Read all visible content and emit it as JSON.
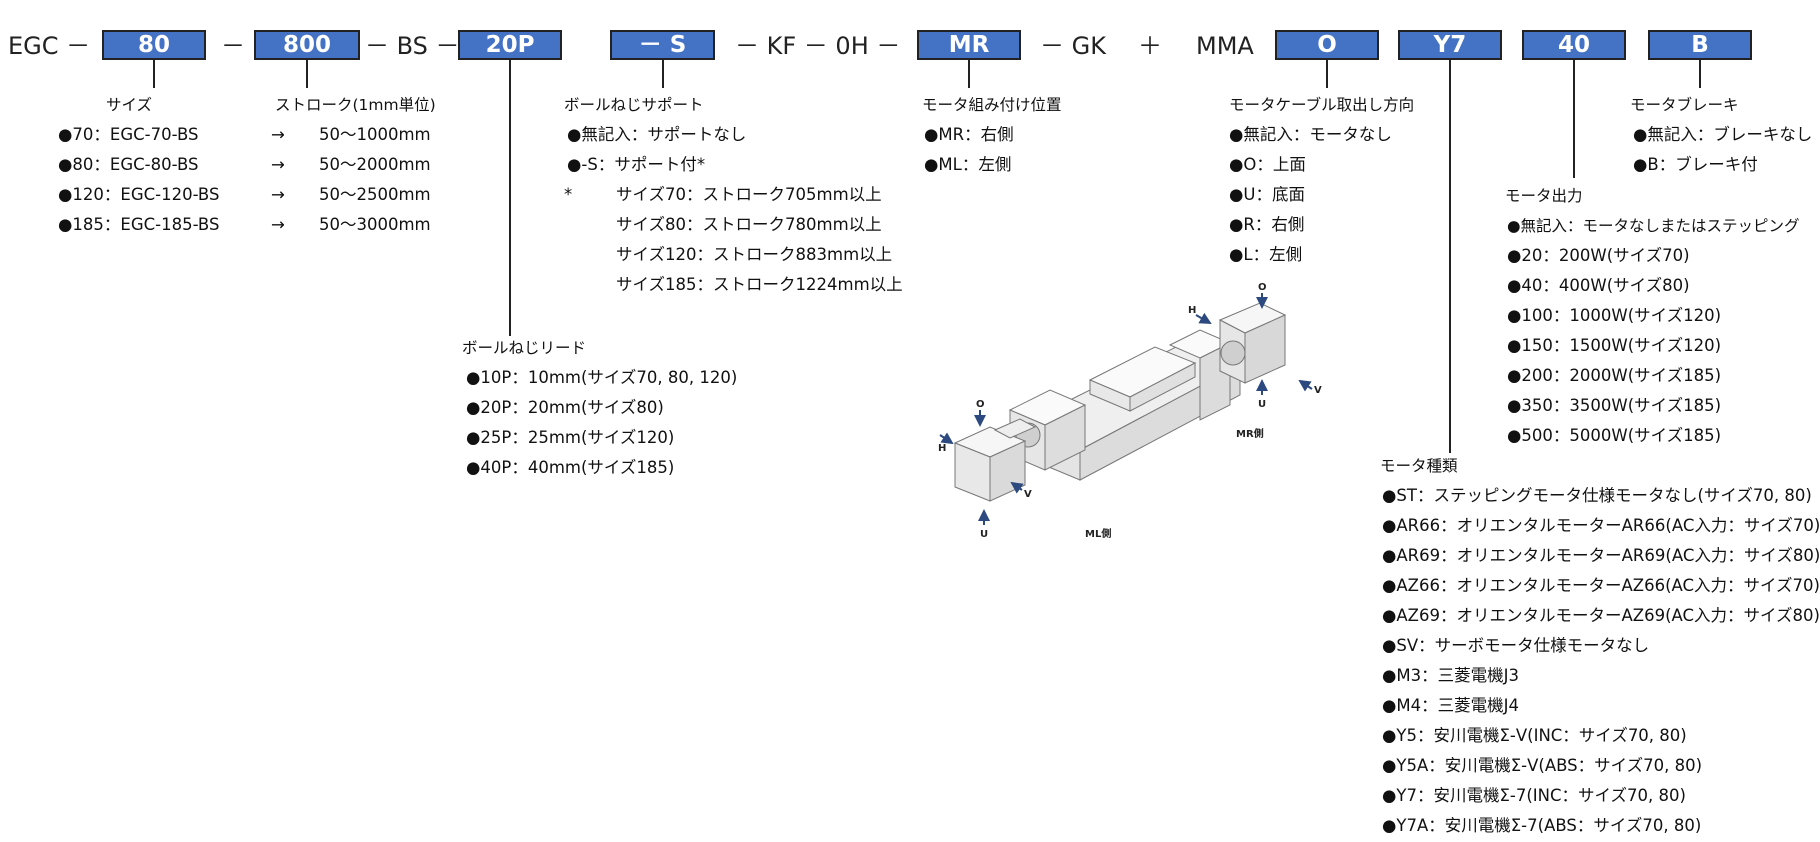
{
  "code_row": {
    "prefix": "EGC －",
    "box_size": "80",
    "sep1": "－",
    "box_stroke": "800",
    "mid_bs": "－ BS －",
    "box_lead": "20P",
    "box_support": "－ S",
    "mid_kf": "－ KF － 0H －",
    "box_mount": "MR",
    "mid_gk": "－ GK",
    "plus": "＋",
    "mma": "MMA",
    "box_cable": "O",
    "box_motor": "Y7",
    "box_output": "40",
    "box_brake": "B"
  },
  "size": {
    "heading": "サイズ",
    "items": [
      "●70：EGC-70-BS",
      "●80：EGC-80-BS",
      "●120：EGC-120-BS",
      "●185：EGC-185-BS"
    ]
  },
  "stroke": {
    "heading": "ストローク(1mm単位)",
    "arrow": "→",
    "items": [
      "50～1000mm",
      "50～2000mm",
      "50～2500mm",
      "50～3000mm"
    ]
  },
  "lead": {
    "heading": "ボールねじリード",
    "items": [
      "●10P：10mm(サイズ70, 80, 120)",
      "●20P：20mm(サイズ80)",
      "●25P：25mm(サイズ120)",
      "●40P：40mm(サイズ185)"
    ]
  },
  "support": {
    "heading": "ボールねじサポート",
    "items": [
      "●無記入：サポートなし",
      "●-S：サポート付*"
    ],
    "note_star": "*",
    "notes": [
      "サイズ70：ストローク705mm以上",
      "サイズ80：ストローク780mm以上",
      "サイズ120：ストローク883mm以上",
      "サイズ185：ストローク1224mm以上"
    ]
  },
  "mount": {
    "heading": "モータ組み付け位置",
    "items": [
      "●MR：右側",
      "●ML：左側"
    ]
  },
  "cable": {
    "heading": "モータケーブル取出し方向",
    "items": [
      "●無記入：モータなし",
      "●O：上面",
      "●U：底面",
      "●R：右側",
      "●L：左側"
    ]
  },
  "brake": {
    "heading": "モータブレーキ",
    "items": [
      "●無記入：ブレーキなし",
      "●B：ブレーキ付"
    ]
  },
  "output": {
    "heading": "モータ出力",
    "items": [
      "●無記入：モータなしまたはステッピング",
      "●20：200W(サイズ70)",
      "●40：400W(サイズ80)",
      "●100：1000W(サイズ120)",
      "●150：1500W(サイズ120)",
      "●200：2000W(サイズ185)",
      "●350：3500W(サイズ185)",
      "●500：5000W(サイズ185)"
    ]
  },
  "motor_type": {
    "heading": "モータ種類",
    "items": [
      "●ST：ステッピングモータ仕様モータなし(サイズ70, 80)",
      "●AR66：オリエンタルモーターAR66(AC入力：サイズ70)",
      "●AR69：オリエンタルモーターAR69(AC入力：サイズ80)",
      "●AZ66：オリエンタルモーターAZ66(AC入力：サイズ70)",
      "●AZ69：オリエンタルモーターAZ69(AC入力：サイズ80)",
      "●SV：サーボモータ仕様モータなし",
      "●M3：三菱電機J3",
      "●M4：三菱電機J4",
      "●Y5：安川電機Σ-V(INC：サイズ70, 80)",
      "●Y5A：安川電機Σ-V(ABS：サイズ70, 80)",
      "●Y7：安川電機Σ-7(INC：サイズ70, 80)",
      "●Y7A：安川電機Σ-7(ABS：サイズ70, 80)"
    ]
  },
  "illustration": {
    "mr_label": "MR側",
    "ml_label": "ML側",
    "dir_o": "O",
    "dir_h": "H",
    "dir_v": "V",
    "dir_u": "U"
  }
}
